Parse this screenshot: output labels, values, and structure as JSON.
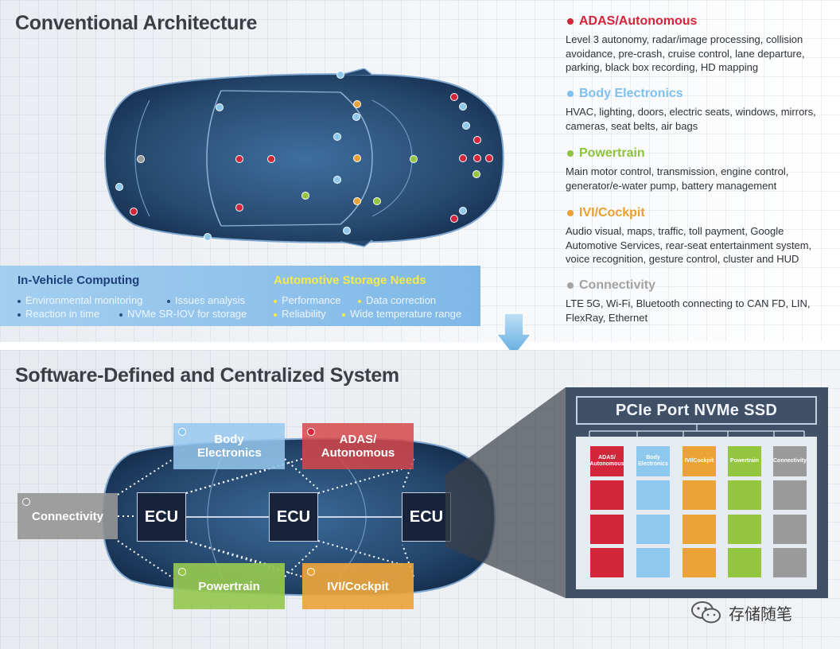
{
  "sections": {
    "top_title": "Conventional Architecture",
    "bottom_title": "Software-Defined and Centralized System"
  },
  "colors": {
    "adas": "#d3263a",
    "body": "#8ec8ef",
    "powertrain": "#93c53f",
    "ivi": "#eba237",
    "connectivity": "#9a9a9a"
  },
  "needs_panel": {
    "left_heading": "In-Vehicle Computing",
    "left_items": [
      "Environmental monitoring",
      "Issues analysis",
      "Reaction in time",
      "NVMe SR-IOV for storage"
    ],
    "right_heading": "Automotive Storage Needs",
    "right_items": [
      "Performance",
      "Data correction",
      "Reliability",
      "Wide temperature range"
    ]
  },
  "legend": [
    {
      "title": "ADAS/Autonomous",
      "color": "#d3263a",
      "text": "Level 3 autonomy, radar/image processing, collision avoidance, pre-crash, cruise control, lane departure, parking, black box recording, HD mapping"
    },
    {
      "title": "Body Electronics",
      "color": "#7fc0ec",
      "text": "HVAC, lighting, doors, electric seats, windows, mirrors, cameras, seat belts, air bags"
    },
    {
      "title": "Powertrain",
      "color": "#8dc23a",
      "text": "Main motor control, transmission, engine control, generator/e-water pump, battery management"
    },
    {
      "title": "IVI/Cockpit",
      "color": "#e9a12f",
      "text": "Audio visual, maps, traffic, toll payment, Google Automotive Services, rear-seat entertainment system, voice recognition, gesture control, cluster and HUD"
    },
    {
      "title": "Connectivity",
      "color": "#a3a3a3",
      "text": "LTE 5G, Wi-Fi, Bluetooth connecting to CAN FD, LIN, FlexRay, Ethernet"
    }
  ],
  "centralized": {
    "ecu_label": "ECU",
    "domains": {
      "body": "Body Electronics",
      "adas": "ADAS/ Autonomous",
      "connectivity": "Connectivity",
      "powertrain": "Powertrain",
      "ivi": "IVI/Cockpit"
    }
  },
  "ssd": {
    "title": "PCIe Port NVMe SSD",
    "columns": [
      {
        "label": "ADAS/ Autonomous",
        "color": "#d3263a"
      },
      {
        "label": "Body Electronics",
        "color": "#8ec8ef"
      },
      {
        "label": "IVI/Cockpit",
        "color": "#eba237"
      },
      {
        "label": "Powertrain",
        "color": "#93c53f"
      },
      {
        "label": "Connectivity",
        "color": "#9a9a9a"
      }
    ]
  },
  "watermark": {
    "text": "存储随笔",
    "icon": "wechat-icon"
  }
}
